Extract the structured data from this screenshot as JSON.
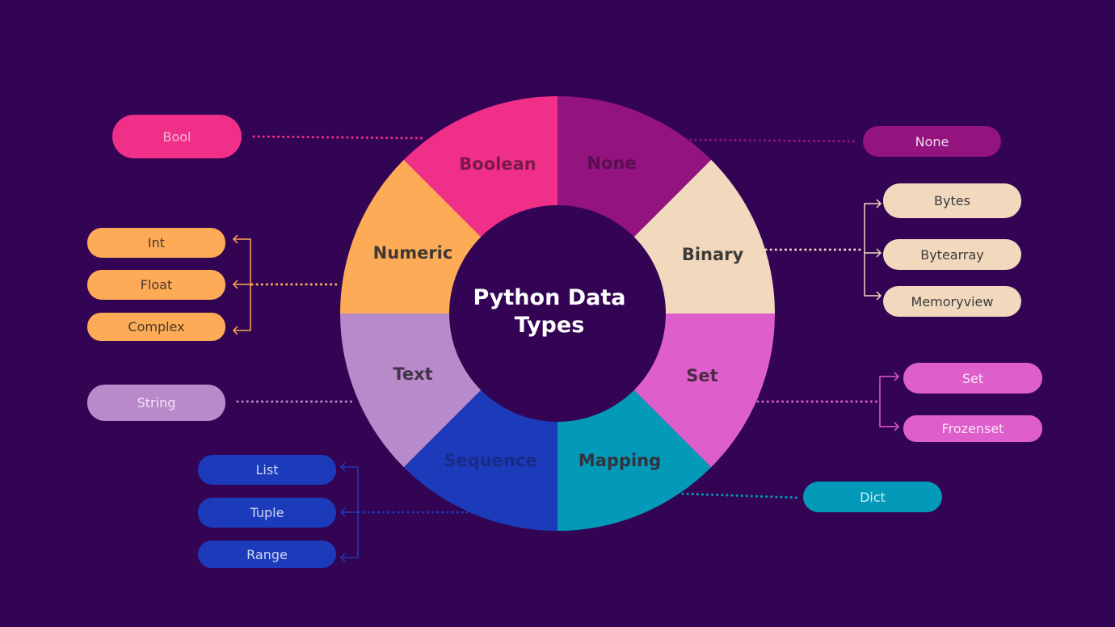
{
  "title": "Python Data Types",
  "colors": {
    "background": "#330354",
    "center": "#330354",
    "boolean": "#ef2f88",
    "none": "#93137f",
    "binary": "#f2d9be",
    "set": "#de5fcc",
    "mapping": "#0399b8",
    "sequence": "#1c3bba",
    "text": "#b98ac9",
    "numeric": "#fdab57"
  },
  "segments": [
    {
      "key": "boolean",
      "label": "Boolean",
      "color": "#ef2f88"
    },
    {
      "key": "none",
      "label": "None",
      "color": "#93137f"
    },
    {
      "key": "binary",
      "label": "Binary",
      "color": "#f2d9be"
    },
    {
      "key": "set",
      "label": "Set",
      "color": "#de5fcc"
    },
    {
      "key": "mapping",
      "label": "Mapping",
      "color": "#0399b8"
    },
    {
      "key": "sequence",
      "label": "Sequence",
      "color": "#1c3bba"
    },
    {
      "key": "text",
      "label": "Text",
      "color": "#b98ac9"
    },
    {
      "key": "numeric",
      "label": "Numeric",
      "color": "#fdab57"
    }
  ],
  "subtypes": {
    "boolean": [
      "Bool"
    ],
    "none": [
      "None"
    ],
    "binary": [
      "Bytes",
      "Bytearray",
      "Memoryview"
    ],
    "set": [
      "Set",
      "Frozenset"
    ],
    "mapping": [
      "Dict"
    ],
    "sequence": [
      "List",
      "Tuple",
      "Range"
    ],
    "text": [
      "String"
    ],
    "numeric": [
      "Int",
      "Float",
      "Complex"
    ]
  }
}
